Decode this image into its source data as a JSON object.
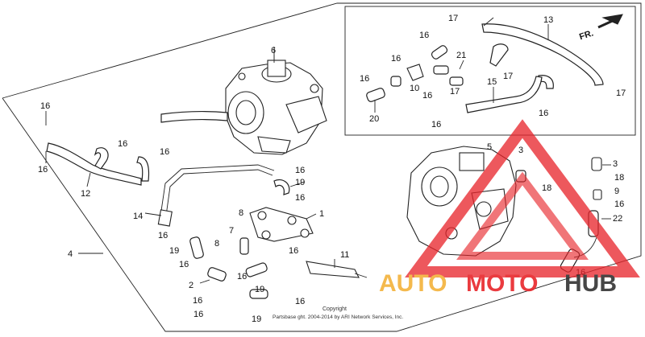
{
  "diagram": {
    "direction_label": "FR.",
    "copyright_line1": "Copyright",
    "copyright_line2": "Partsbase ght. 2004-2014 by ARI Network Services, Inc.",
    "labels": {
      "l4": "4",
      "l6": "6",
      "l16a": "16",
      "l16b": "16",
      "l16c": "16",
      "l16d": "16",
      "l12": "12",
      "l16e": "16",
      "l19a": "19",
      "l16f": "16",
      "l14": "14",
      "l16g": "16",
      "l1": "1",
      "l8a": "8",
      "l19b": "19",
      "l16h": "16",
      "l8b": "8",
      "l7": "7",
      "l16i": "16",
      "l11": "11",
      "l2": "2",
      "l16j": "16",
      "l19c": "19",
      "l16k": "16",
      "l16l": "16",
      "l19d": "19",
      "l16m": "16",
      "l17a": "17",
      "l13": "13",
      "l16n": "16",
      "l16o": "16",
      "l21": "21",
      "l16p": "16",
      "l10": "10",
      "l16q": "16",
      "l17b": "17",
      "l15": "15",
      "l17c": "17",
      "l20": "20",
      "l17d": "17",
      "l16r": "16",
      "l16s": "16",
      "l5": "5",
      "l3a": "3",
      "l3b": "3",
      "l18a": "18",
      "l18b": "18",
      "l9": "9",
      "l16t": "16",
      "l22": "22",
      "l16u": "16"
    }
  },
  "watermark": {
    "part1": "AUTO",
    "part2": "MOTO",
    "part3": "HUB",
    "color_primary": "#e8262b",
    "color_secondary": "#f3b23a",
    "color_dark": "#333333"
  }
}
